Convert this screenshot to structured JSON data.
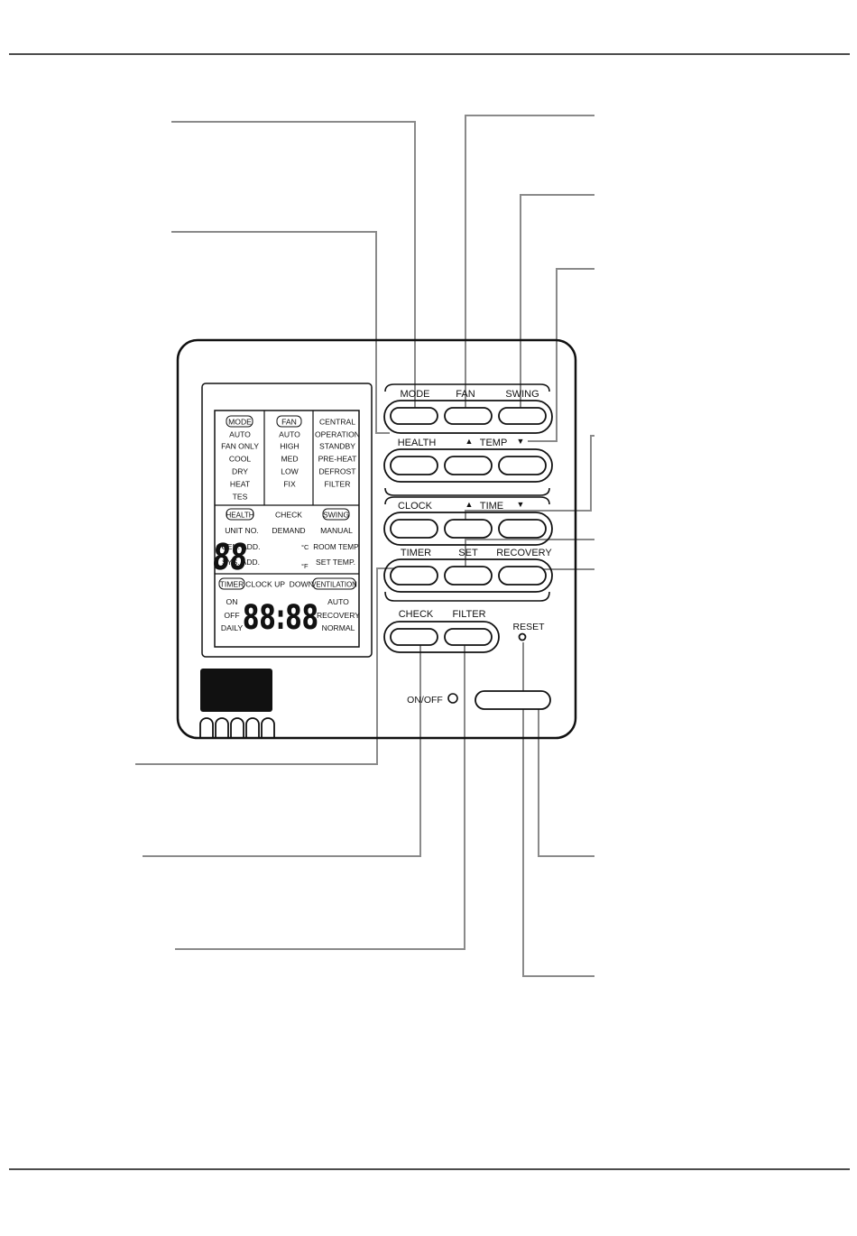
{
  "lcd": {
    "mode_col": [
      "MODE",
      "AUTO",
      "FAN ONLY",
      "COOL",
      "DRY",
      "HEAT",
      "TES"
    ],
    "fan_col": [
      "FAN",
      "AUTO",
      "HIGH",
      "MED",
      "LOW",
      "FIX"
    ],
    "status_col": [
      "CENTRAL",
      "OPERATION",
      "STANDBY",
      "PRE-HEAT",
      "DEFROST",
      "FILTER"
    ],
    "health": "HEALTH",
    "check": "CHECK",
    "swing": "SWING",
    "unit_no": "UNIT NO.",
    "demand": "DEMAND",
    "manual": "MANUAL",
    "cen_add": "CEN. ADD.",
    "sys_add": "SYS. ADD.",
    "room_temp": "ROOM TEMP.",
    "set_temp": "SET TEMP.",
    "temp_digits": "88",
    "unit_c": "°C",
    "unit_f": "°F",
    "timer": "TIMER",
    "clock_up_down": "CLOCK UP  DOWN",
    "ventilation": "VENTILATION",
    "on": "ON",
    "off": "OFF",
    "daily": "DAILY",
    "time_digits": "88:88",
    "auto": "AUTO",
    "recovery": "RECOVERY",
    "normal": "NORMAL"
  },
  "buttons": {
    "mode": "MODE",
    "fan": "FAN",
    "swing": "SWING",
    "health": "HEALTH",
    "temp": "TEMP",
    "clock": "CLOCK",
    "time": "TIME",
    "timer": "TIMER",
    "set": "SET",
    "recovery": "RECOVERY",
    "check": "CHECK",
    "filter": "FILTER",
    "reset": "RESET",
    "on_off": "ON/OFF",
    "up_arrow": "▲",
    "down_arrow": "▼"
  },
  "colors": {
    "outline": "#111111",
    "leader": "#8a8a8a",
    "receiver": "#111111"
  }
}
